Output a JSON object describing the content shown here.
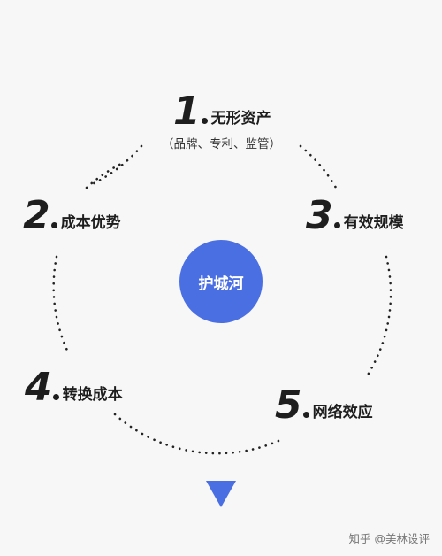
{
  "center_label": "护城河",
  "nodes": [
    {
      "number": "1",
      "label": "无形资产",
      "sub": "（品牌、专利、监管）"
    },
    {
      "number": "2",
      "label": "成本优势"
    },
    {
      "number": "3",
      "label": "有效规模"
    },
    {
      "number": "4",
      "label": "转换成本"
    },
    {
      "number": "5",
      "label": "网络效应"
    }
  ],
  "watermark": "知乎 @美林设评",
  "colors": {
    "accent": "#4a6fe3",
    "text": "#1e1e1e",
    "background": "#f7f7f7"
  }
}
